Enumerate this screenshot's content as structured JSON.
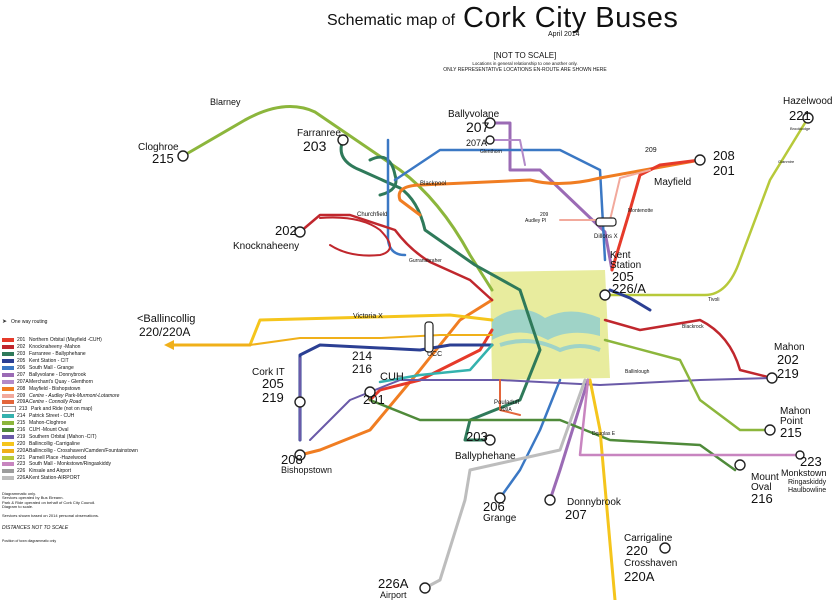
{
  "title": {
    "prefix": "Schematic map of",
    "main": "Cork City Buses",
    "date": "April 2014"
  },
  "notes": {
    "scale": "[NOT TO SCALE]",
    "relationship": "Locations in general relationship to one another only.",
    "representative": "ONLY REPRESENTATIVE LOCATIONS EN-ROUTE ARE SHOWN HERE"
  },
  "legend": {
    "one_way": "One way routing",
    "routes": [
      {
        "num": "201",
        "name": "Northern Orbital (Mayfield -CUH)",
        "color": "#e63a2a",
        "italic": false
      },
      {
        "num": "202",
        "name": "Knocknaheeny -Mahon",
        "color": "#c0272d",
        "italic": false
      },
      {
        "num": "203",
        "name": "Farranree - Ballyphehane",
        "color": "#2f7a5a",
        "italic": false
      },
      {
        "num": "205",
        "name": "Kent Station - CIT",
        "color": "#2b3f93",
        "italic": false
      },
      {
        "num": "206",
        "name": "South Mall - Grange",
        "color": "#3b78c4",
        "italic": false
      },
      {
        "num": "207",
        "name": "Ballyvolane - Donnybrook",
        "color": "#9b6bb5",
        "italic": false
      },
      {
        "num": "207A",
        "name": "Merchant's Quay - Glenthorn",
        "color": "#b38ac9",
        "italic": false
      },
      {
        "num": "208",
        "name": "Mayfield - Bishopstown",
        "color": "#f07d22",
        "italic": false
      },
      {
        "num": "209",
        "name": "Centre - Audley Park-Murmont-Lotamore",
        "color": "#f2a99c",
        "italic": true
      },
      {
        "num": "209A",
        "name": "Centre - Connolly Road",
        "color": "#e3663c",
        "italic": true
      },
      {
        "num": "213",
        "name": "Park and Ride (not on map)",
        "color": "#ffffff",
        "italic": false
      },
      {
        "num": "214",
        "name": "Patrick Street - CUH",
        "color": "#34b2ae",
        "italic": false
      },
      {
        "num": "215",
        "name": "Mahon-Cloghroe",
        "color": "#8cb63c",
        "italic": false
      },
      {
        "num": "216",
        "name": "CUH -Mount Oval",
        "color": "#4f8a3a",
        "italic": false
      },
      {
        "num": "219",
        "name": "Southern Orbital (Mahon -CIT)",
        "color": "#6a5aa8",
        "italic": false
      },
      {
        "num": "220",
        "name": "Ballincollig -Carrigaline",
        "color": "#f5c51c",
        "italic": false
      },
      {
        "num": "220A",
        "name": "Ballincollig - Crosshaven/Camden/Fountainstown",
        "color": "#f0b01a",
        "italic": false
      },
      {
        "num": "221",
        "name": "Parnell Place -Hazelwood",
        "color": "#b7c93a",
        "italic": false
      },
      {
        "num": "223",
        "name": "South Mall - Monkstown/Ringaskiddy",
        "color": "#c885c0",
        "italic": false
      },
      {
        "num": "226",
        "name": "Kinsale and Airport",
        "color": "#9d9d9d",
        "italic": false
      },
      {
        "num": "226A",
        "name": "Kent Station-AIRPORT",
        "color": "#bdbdbd",
        "italic": false
      }
    ],
    "footnote_lines": [
      "Diagrammatic only.",
      "Services operated by Bus Eireann.",
      "Park & Ride operated on behalf of Cork City Council.",
      "Diagram to scale."
    ],
    "footnote2": "Services shown based on 2014 personal observations.",
    "distances": "DISTANCES NOT TO SCALE",
    "position": "Position of town diagrammatic only"
  },
  "terminus_labels": {
    "blarney": "Blarney",
    "cloghroe_name": "Cloghroe",
    "cloghroe_num": "215",
    "farranree_name": "Farranree",
    "farranree_num": "203",
    "ballyvolane_name": "Ballyvolane",
    "ballyvolane_num": "207",
    "glenthorn_num": "207A",
    "glenthorn_name": "Glenthorn",
    "hazelwood_name": "Hazelwood",
    "hazelwood_num": "221",
    "mayfield_num1": "208",
    "mayfield_num2": "201",
    "mayfield_name": "Mayfield",
    "knocknaheeny_num": "202",
    "knocknaheeny_name": "Knocknaheeny",
    "kent_name1": "Kent",
    "kent_name2": "Station",
    "kent_num1": "205",
    "kent_num2": "226/A",
    "ballincollig_name": "<Ballincollig",
    "ballincollig_num": "220/220A",
    "victoria_x": "Victoria X",
    "ucc": "UCC",
    "cork_it_name": "Cork IT",
    "cork_it_num1": "205",
    "cork_it_num2": "219",
    "cuh_nums1": "214",
    "cuh_nums2": "216",
    "cuh_name": "CUH",
    "cuh_num3": "201",
    "bishopstown_num": "208",
    "bishopstown_name": "Bishopstown",
    "mahon_name": "Mahon",
    "mahon_num1": "202",
    "mahon_num2": "219",
    "mahon_point1": "Mahon",
    "mahon_point2": "Point",
    "mahon_point_num": "215",
    "monkstown_num": "223",
    "monkstown_name": "Monkstown",
    "ringaskiddy": "Ringaskiddy",
    "haulbowline": "Haulbowline",
    "mount_oval1": "Mount",
    "mount_oval2": "Oval",
    "mount_oval_num": "216",
    "ballyphehane_num": "203",
    "ballyphehane_name": "Ballyphehane",
    "grange_num": "206",
    "grange_name": "Grange",
    "donnybrook_name": "Donnybrook",
    "donnybrook_num": "207",
    "carrigaline_name": "Carrigaline",
    "carrigaline_num": "220",
    "crosshaven_name": "Crosshaven",
    "crosshaven_num": "220A",
    "airport_num": "226A",
    "airport_name": "Airport",
    "audley_num": "209",
    "audley_name": "Audley Pl",
    "dillons": "Dillons X",
    "montenotte": "Montenotte",
    "blackpool": "Blackpool",
    "churchfield": "Churchfield",
    "gurranabraher": "Gurranabraher",
    "blackrock": "Blackrock",
    "ballinlough": "Ballinlough",
    "douglas": "Douglas E",
    "pouladuff": "Pouladuff",
    "pouladuff_num": "209A",
    "tivoli": "Tivoli",
    "brooklodge": "Brooklodge",
    "glanmire": "Glanmire",
    "n209_small": "209"
  }
}
